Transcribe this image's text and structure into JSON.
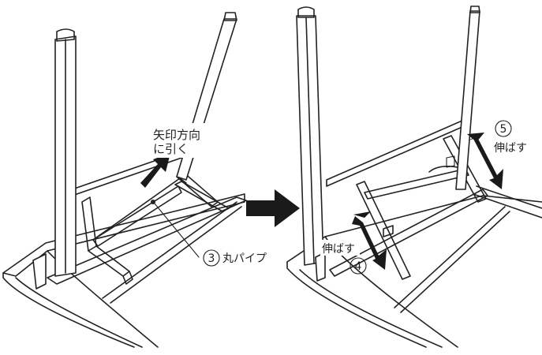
{
  "left_panel": {
    "instruction_line1": "矢印方向",
    "instruction_line2": "に引く",
    "part_label_number": "3",
    "part_label_text": "丸パイプ"
  },
  "right_panel": {
    "step4_number": "4",
    "step4_text": "伸ばす",
    "step5_number": "5",
    "step5_text": "伸ばす"
  },
  "colors": {
    "line": "#222222",
    "arrow": "#1a1a1a",
    "background": "#ffffff"
  },
  "icons": {
    "transition": "right-arrow-icon",
    "pull": "up-right-arrow-icon",
    "extend": "double-headed-arrow-icon"
  }
}
